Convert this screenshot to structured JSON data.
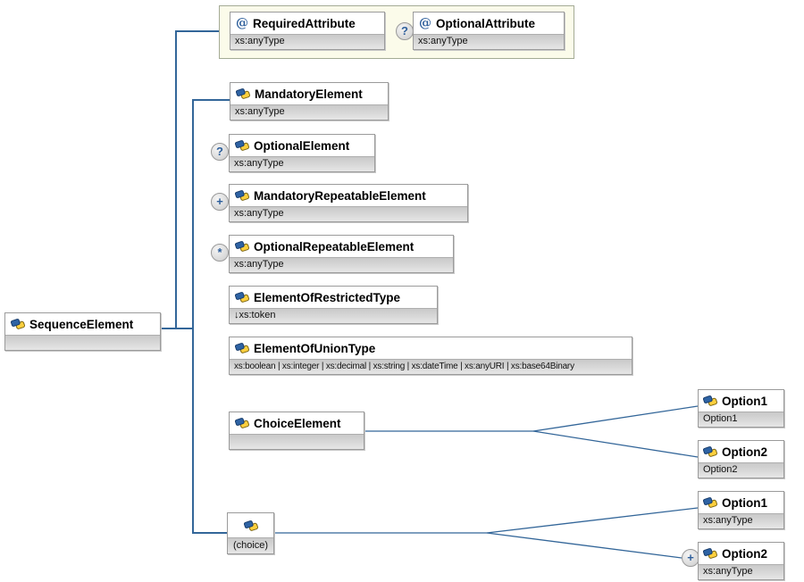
{
  "diagram_type": "xml-schema-diagram",
  "colors": {
    "connector": "#336699",
    "box_border": "#9b9b9b",
    "sub_row_gray": "#d6d6d6",
    "attr_group_bg": "#fbfbea",
    "attr_group_border": "#a4ab95",
    "icon_blue": "#2e63a4",
    "icon_yellow": "#fccf3e",
    "indicator_blue": "#2e5f9b"
  },
  "indicators": {
    "optional": "?",
    "one_or_more": "+",
    "zero_or_more": "*",
    "optional_attribute": "?",
    "choice_option2_plus": "+"
  },
  "boxes": {
    "sequence": {
      "title": "SequenceElement"
    },
    "required_attribute": {
      "prefix": "@",
      "title": "RequiredAttribute",
      "type": "xs:anyType"
    },
    "optional_attribute": {
      "prefix": "@",
      "title": "OptionalAttribute",
      "type": "xs:anyType"
    },
    "mandatory_element": {
      "title": "MandatoryElement",
      "type": "xs:anyType"
    },
    "optional_element": {
      "title": "OptionalElement",
      "type": "xs:anyType"
    },
    "mandatory_repeatable_element": {
      "title": "MandatoryRepeatableElement",
      "type": "xs:anyType"
    },
    "optional_repeatable_element": {
      "title": "OptionalRepeatableElement",
      "type": "xs:anyType"
    },
    "element_of_restricted_type": {
      "title": "ElementOfRestrictedType",
      "type": "↓xs:token"
    },
    "element_of_union_type": {
      "title": "ElementOfUnionType",
      "type": "xs:boolean | xs:integer | xs:decimal | xs:string | xs:dateTime | xs:anyURI | xs:base64Binary"
    },
    "choice_element": {
      "title": "ChoiceElement"
    },
    "choice_element_option1": {
      "title": "Option1",
      "type": "Option1"
    },
    "choice_element_option2": {
      "title": "Option2",
      "type": "Option2"
    },
    "choice_group": {
      "label": "(choice)"
    },
    "choice_group_option1": {
      "title": "Option1",
      "type": "xs:anyType"
    },
    "choice_group_option2": {
      "title": "Option2",
      "type": "xs:anyType"
    }
  }
}
